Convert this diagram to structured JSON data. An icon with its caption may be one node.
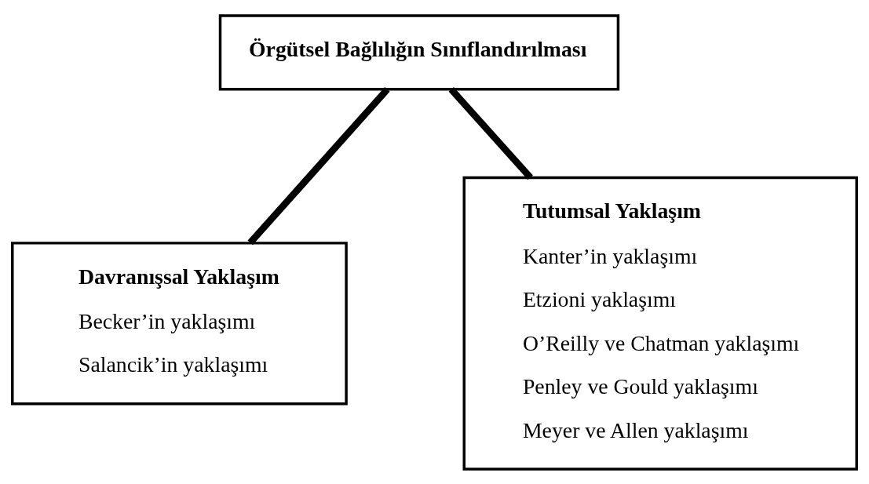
{
  "diagram": {
    "nodes": [
      {
        "text": [
          "Örgütsel Bağlılığın Sınıflandırılması"
        ]
      },
      {
        "text": [
          "Davranışsal Yaklaşım",
          "Becker’in yaklaşımı",
          "Salancik’in yaklaşımı"
        ]
      },
      {
        "text": [
          "Tutumsal Yaklaşım",
          "Kanter’in yaklaşımı",
          "Etzioni yaklaşımı",
          "O’Reilly ve Chatman yaklaşımı",
          "Penley ve Gould yaklaşımı",
          "Meyer ve Allen yaklaşımı"
        ]
      }
    ],
    "edges": [
      {
        "from": 0,
        "to": 1,
        "arrow": "none"
      },
      {
        "from": 0,
        "to": 2,
        "arrow": "none"
      }
    ]
  }
}
